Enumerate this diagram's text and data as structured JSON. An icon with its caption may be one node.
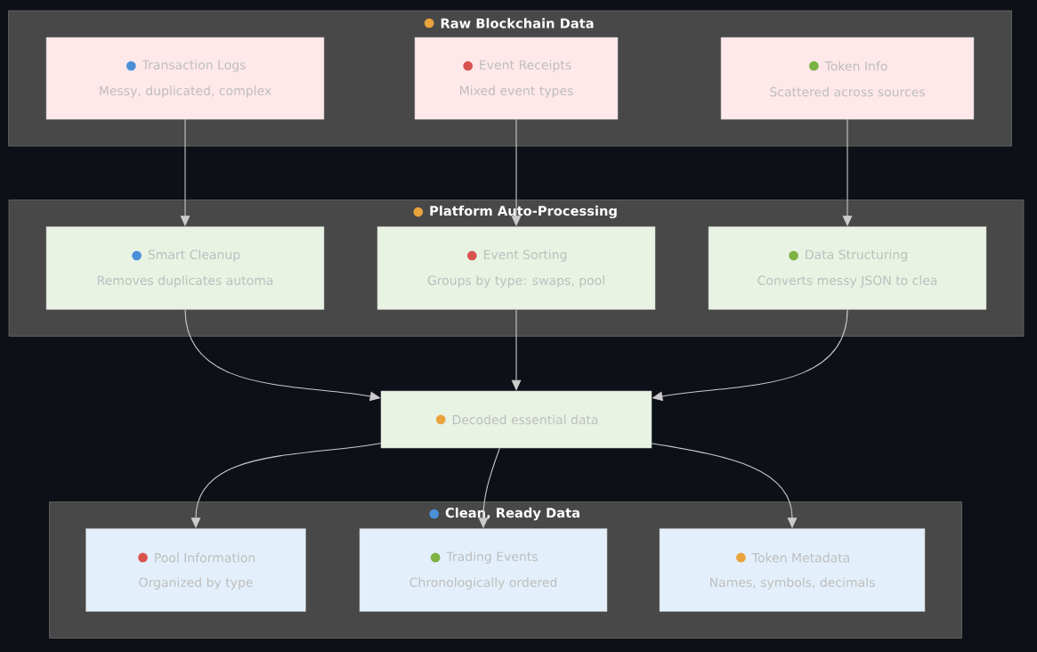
{
  "diagram": {
    "nodes": [
      {
        "text": [
          "Raw Blockchain Data"
        ]
      },
      {
        "text": [
          "Transaction Logs",
          "Messy, duplicated, complex"
        ],
        "in": 0
      },
      {
        "text": [
          "Event Receipts",
          "Mixed event types"
        ],
        "in": 0
      },
      {
        "text": [
          "Token Info",
          "Scattered across sources"
        ],
        "in": 0
      },
      {
        "text": [
          "Platform Auto-Processing"
        ]
      },
      {
        "text": [
          "Smart Cleanup",
          "Removes duplicates automa"
        ],
        "in": 4
      },
      {
        "text": [
          "Event Sorting",
          "Groups by type: swaps, pool"
        ],
        "in": 4
      },
      {
        "text": [
          "Data Structuring",
          "Converts messy JSON to clea"
        ],
        "in": 4
      },
      {
        "text": [
          "Decoded essential data"
        ]
      },
      {
        "text": [
          "Clean, Ready Data"
        ]
      },
      {
        "text": [
          "Pool Information",
          "Organized by type"
        ],
        "in": 9
      },
      {
        "text": [
          "Trading Events",
          "Chronologically ordered"
        ],
        "in": 9
      },
      {
        "text": [
          "Token Metadata",
          "Names, symbols, decimals"
        ],
        "in": 9
      }
    ],
    "edges": [
      {
        "from": 1,
        "to": 5,
        "arrow": "to"
      },
      {
        "from": 2,
        "to": 6,
        "arrow": "to"
      },
      {
        "from": 3,
        "to": 7,
        "arrow": "to"
      },
      {
        "from": 5,
        "to": 8,
        "arrow": "to"
      },
      {
        "from": 6,
        "to": 8,
        "arrow": "to"
      },
      {
        "from": 7,
        "to": 8,
        "arrow": "to"
      },
      {
        "from": 8,
        "to": 10,
        "arrow": "to"
      },
      {
        "from": 8,
        "to": 11,
        "arrow": "to"
      },
      {
        "from": 8,
        "to": 12,
        "arrow": "to"
      }
    ]
  }
}
